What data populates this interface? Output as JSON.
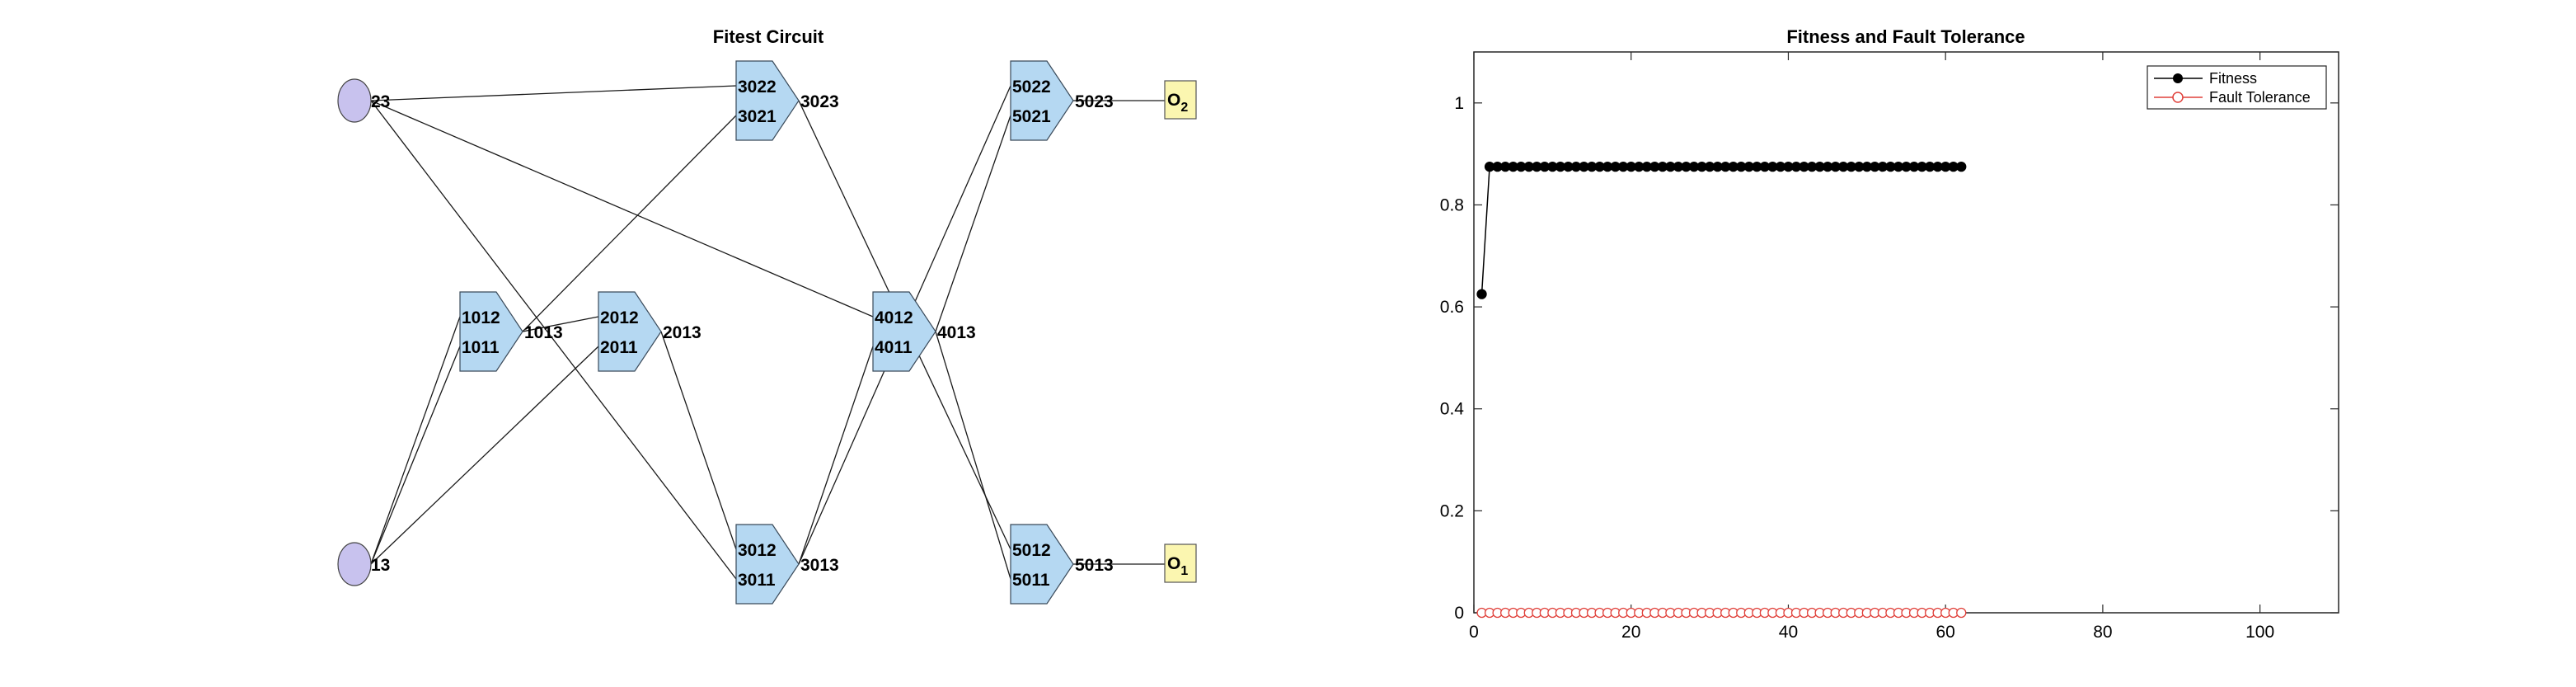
{
  "circuit": {
    "title": "Fitest Circuit",
    "inputs": [
      {
        "id": "in23",
        "label": "23"
      },
      {
        "id": "in13",
        "label": "13"
      }
    ],
    "gates": [
      {
        "id": "g1013",
        "in_top": "1012",
        "in_bot": "1011",
        "out": "1013"
      },
      {
        "id": "g2013",
        "in_top": "2012",
        "in_bot": "2011",
        "out": "2013"
      },
      {
        "id": "g3023",
        "in_top": "3022",
        "in_bot": "3021",
        "out": "3023"
      },
      {
        "id": "g3013",
        "in_top": "3012",
        "in_bot": "3011",
        "out": "3013"
      },
      {
        "id": "g4013",
        "in_top": "4012",
        "in_bot": "4011",
        "out": "4013"
      },
      {
        "id": "g5023",
        "in_top": "5022",
        "in_bot": "5021",
        "out": "5023"
      },
      {
        "id": "g5013",
        "in_top": "5012",
        "in_bot": "5011",
        "out": "5013"
      }
    ],
    "outputs": [
      {
        "id": "o2",
        "label": "O",
        "sub": "2"
      },
      {
        "id": "o1",
        "label": "O",
        "sub": "1"
      }
    ],
    "wires": [
      [
        "in23",
        "g3023.in_top"
      ],
      [
        "in23",
        "g3013.in_bot"
      ],
      [
        "in23",
        "g4013.in_top"
      ],
      [
        "in13",
        "g1013.in_top"
      ],
      [
        "in13",
        "g1013.in_bot"
      ],
      [
        "in13",
        "g2013.in_bot"
      ],
      [
        "g1013.out",
        "g2013.in_top"
      ],
      [
        "g1013.out",
        "g3023.in_bot"
      ],
      [
        "g2013.out",
        "g3013.in_top"
      ],
      [
        "g3023.out",
        "g5013.in_top"
      ],
      [
        "g3013.out",
        "g4013.in_bot"
      ],
      [
        "g3013.out",
        "g5023.in_top"
      ],
      [
        "g4013.out",
        "g5023.in_bot"
      ],
      [
        "g4013.out",
        "g5013.in_bot"
      ],
      [
        "g5023.out",
        "o2"
      ],
      [
        "g5013.out",
        "o1"
      ]
    ],
    "colors": {
      "input_fill": "#c8c2ee",
      "gate_fill": "#b5d8f2",
      "output_fill": "#fbf6b0"
    }
  },
  "chart_data": {
    "type": "line",
    "title": "Fitness and Fault Tolerance",
    "xlabel": "",
    "ylabel": "",
    "xlim": [
      0,
      110
    ],
    "ylim": [
      0,
      1.1
    ],
    "xticks": [
      0,
      20,
      40,
      60,
      80,
      100
    ],
    "yticks": [
      0,
      0.2,
      0.4,
      0.6,
      0.8,
      1
    ],
    "grid": false,
    "legend_position": "top-right",
    "series": [
      {
        "name": "Fitness",
        "color": "#000000",
        "marker": "filled-circle",
        "x": [
          1,
          2,
          3,
          4,
          5,
          6,
          7,
          8,
          9,
          10,
          11,
          12,
          13,
          14,
          15,
          16,
          17,
          18,
          19,
          20,
          21,
          22,
          23,
          24,
          25,
          26,
          27,
          28,
          29,
          30,
          31,
          32,
          33,
          34,
          35,
          36,
          37,
          38,
          39,
          40,
          41,
          42,
          43,
          44,
          45,
          46,
          47,
          48,
          49,
          50,
          51,
          52,
          53,
          54,
          55,
          56,
          57,
          58,
          59,
          60,
          61,
          62
        ],
        "values": [
          0.625,
          0.875,
          0.875,
          0.875,
          0.875,
          0.875,
          0.875,
          0.875,
          0.875,
          0.875,
          0.875,
          0.875,
          0.875,
          0.875,
          0.875,
          0.875,
          0.875,
          0.875,
          0.875,
          0.875,
          0.875,
          0.875,
          0.875,
          0.875,
          0.875,
          0.875,
          0.875,
          0.875,
          0.875,
          0.875,
          0.875,
          0.875,
          0.875,
          0.875,
          0.875,
          0.875,
          0.875,
          0.875,
          0.875,
          0.875,
          0.875,
          0.875,
          0.875,
          0.875,
          0.875,
          0.875,
          0.875,
          0.875,
          0.875,
          0.875,
          0.875,
          0.875,
          0.875,
          0.875,
          0.875,
          0.875,
          0.875,
          0.875,
          0.875,
          0.875,
          0.875,
          0.875
        ]
      },
      {
        "name": "Fault Tolerance",
        "color": "#e0403a",
        "marker": "open-circle",
        "x": [
          1,
          2,
          3,
          4,
          5,
          6,
          7,
          8,
          9,
          10,
          11,
          12,
          13,
          14,
          15,
          16,
          17,
          18,
          19,
          20,
          21,
          22,
          23,
          24,
          25,
          26,
          27,
          28,
          29,
          30,
          31,
          32,
          33,
          34,
          35,
          36,
          37,
          38,
          39,
          40,
          41,
          42,
          43,
          44,
          45,
          46,
          47,
          48,
          49,
          50,
          51,
          52,
          53,
          54,
          55,
          56,
          57,
          58,
          59,
          60,
          61,
          62
        ],
        "values": [
          0,
          0,
          0,
          0,
          0,
          0,
          0,
          0,
          0,
          0,
          0,
          0,
          0,
          0,
          0,
          0,
          0,
          0,
          0,
          0,
          0,
          0,
          0,
          0,
          0,
          0,
          0,
          0,
          0,
          0,
          0,
          0,
          0,
          0,
          0,
          0,
          0,
          0,
          0,
          0,
          0,
          0,
          0,
          0,
          0,
          0,
          0,
          0,
          0,
          0,
          0,
          0,
          0,
          0,
          0,
          0,
          0,
          0,
          0,
          0,
          0,
          0
        ]
      }
    ]
  }
}
